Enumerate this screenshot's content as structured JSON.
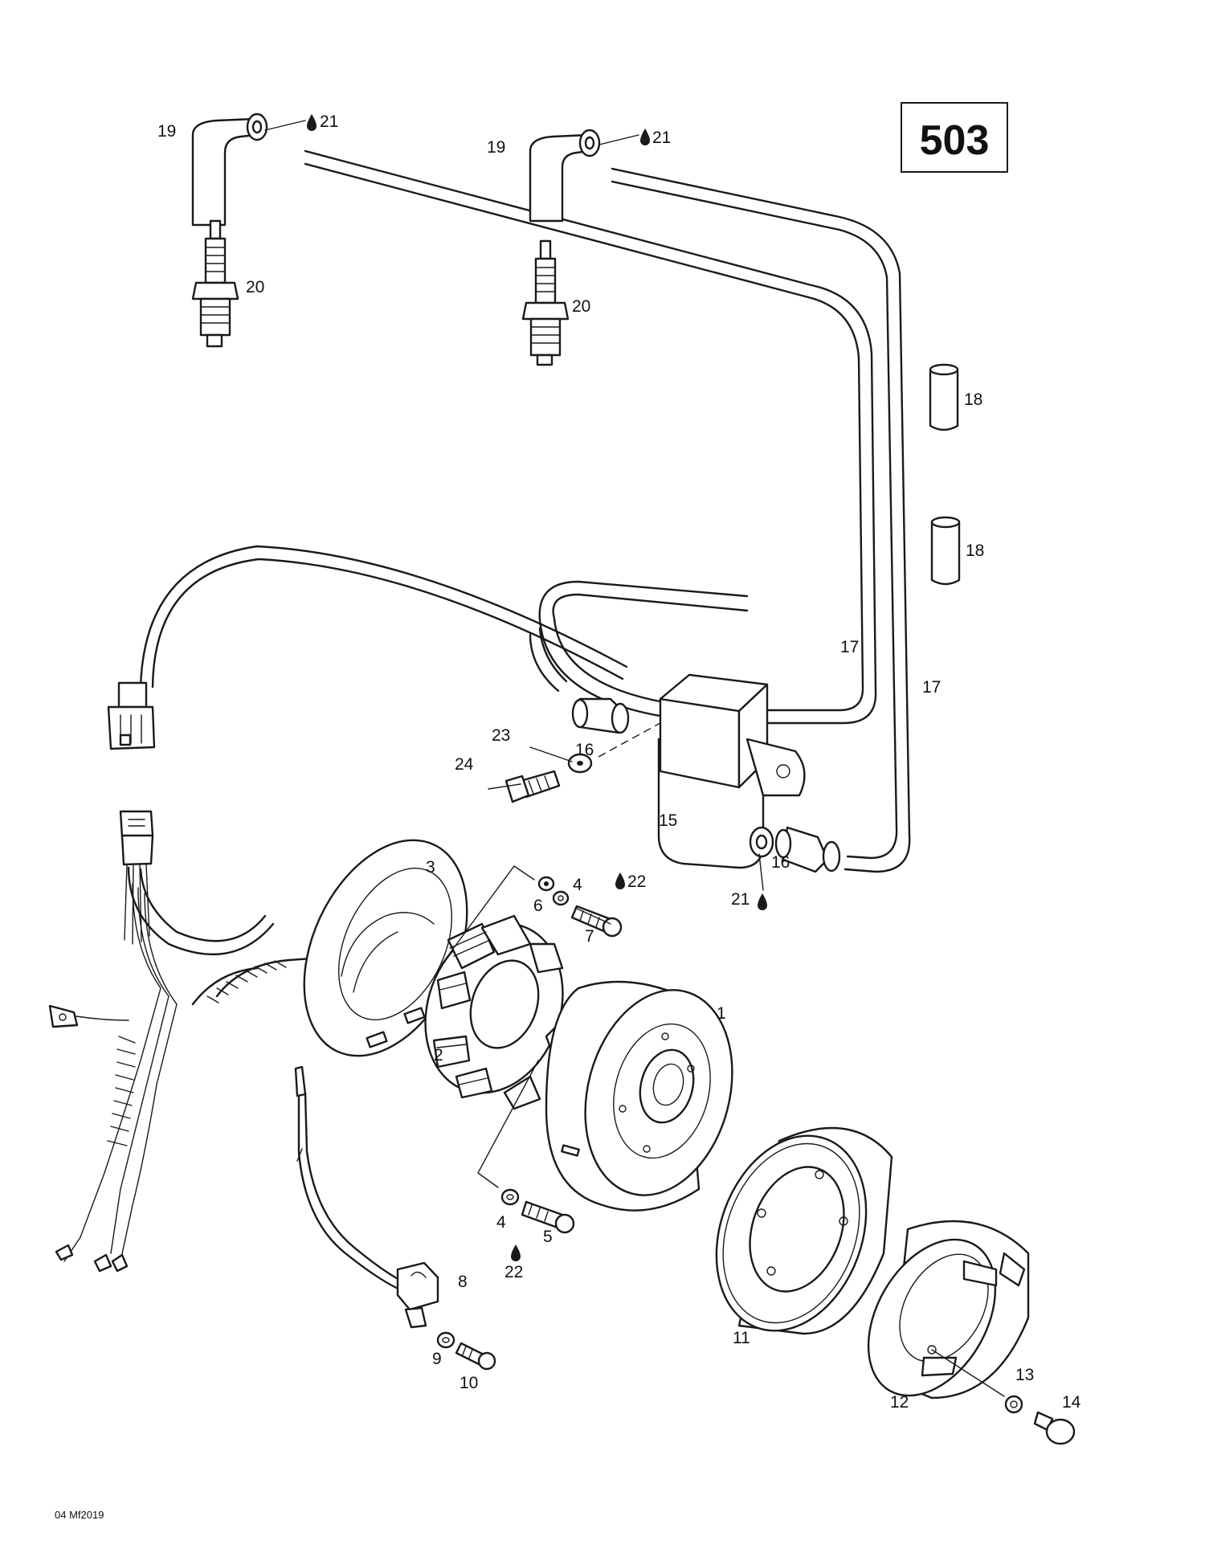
{
  "diagram_number": "503",
  "drawing_code": "04 Mf2019",
  "callouts": {
    "c1": "1",
    "c2": "2",
    "c3": "3",
    "c4a": "4",
    "c4b": "4",
    "c5": "5",
    "c6": "6",
    "c7": "7",
    "c8": "8",
    "c9": "9",
    "c10": "10",
    "c11": "11",
    "c12": "12",
    "c13": "13",
    "c14": "14",
    "c15": "15",
    "c16a": "16",
    "c16b": "16",
    "c17a": "17",
    "c17b": "17",
    "c18a": "18",
    "c18b": "18",
    "c19a": "19",
    "c19b": "19",
    "c20a": "20",
    "c20b": "20",
    "c21a": "21",
    "c21b": "21",
    "c21c": "21",
    "c22a": "22",
    "c22b": "22",
    "c23": "23",
    "c24": "24"
  }
}
